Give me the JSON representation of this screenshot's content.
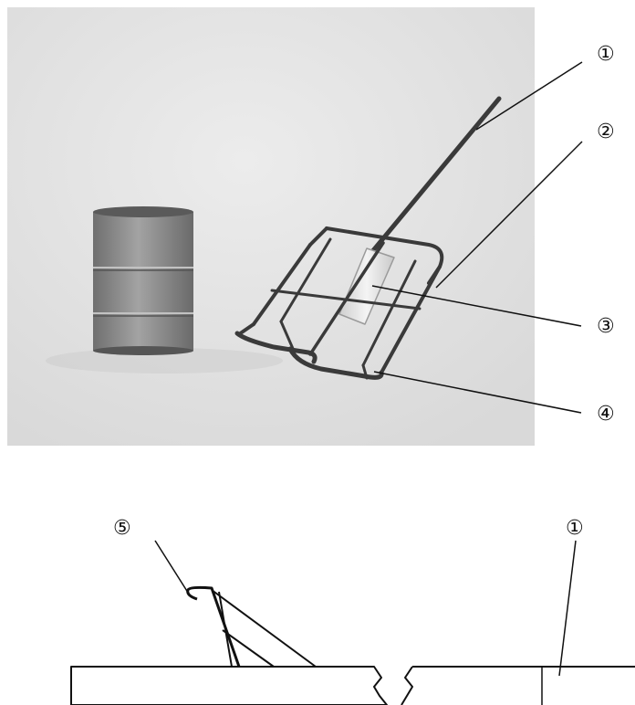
{
  "callouts": {
    "c1": "①",
    "c2": "②",
    "c3": "③",
    "c4": "④",
    "c5": "⑤",
    "c1_lower": "①"
  },
  "colors": {
    "photo_background": "#e4e4e4",
    "drum": "#8a8a8a",
    "frame": "#3a3a3a",
    "ink": "#111111"
  }
}
